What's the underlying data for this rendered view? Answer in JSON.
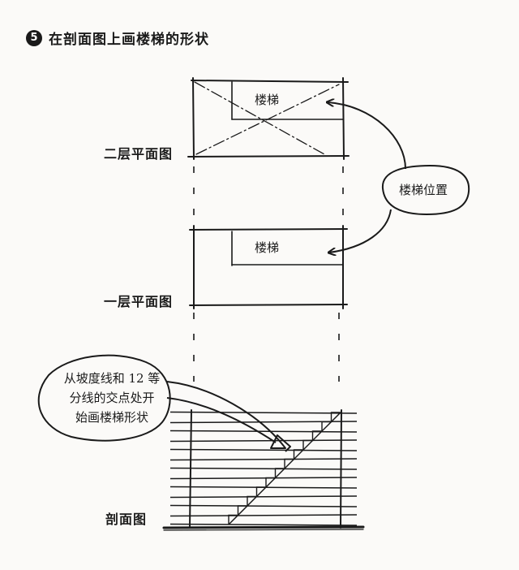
{
  "header": {
    "step_number": "5",
    "title": "在剖面图上画楼梯的形状"
  },
  "views": {
    "second_floor_label": "二层平面图",
    "first_floor_label": "一层平面图",
    "section_label": "剖面图"
  },
  "plan": {
    "stair_label_upper": "楼梯",
    "stair_label_lower": "楼梯"
  },
  "callouts": {
    "stair_position": "楼梯位置",
    "start_point_line1": "从坡度线和 12 等",
    "start_point_line2": "分线的交点处开",
    "start_point_line3": "始画楼梯形状"
  },
  "section": {
    "division_count": 12
  },
  "colors": {
    "ink": "#1a1a1a",
    "paper": "#fbfaf8"
  }
}
